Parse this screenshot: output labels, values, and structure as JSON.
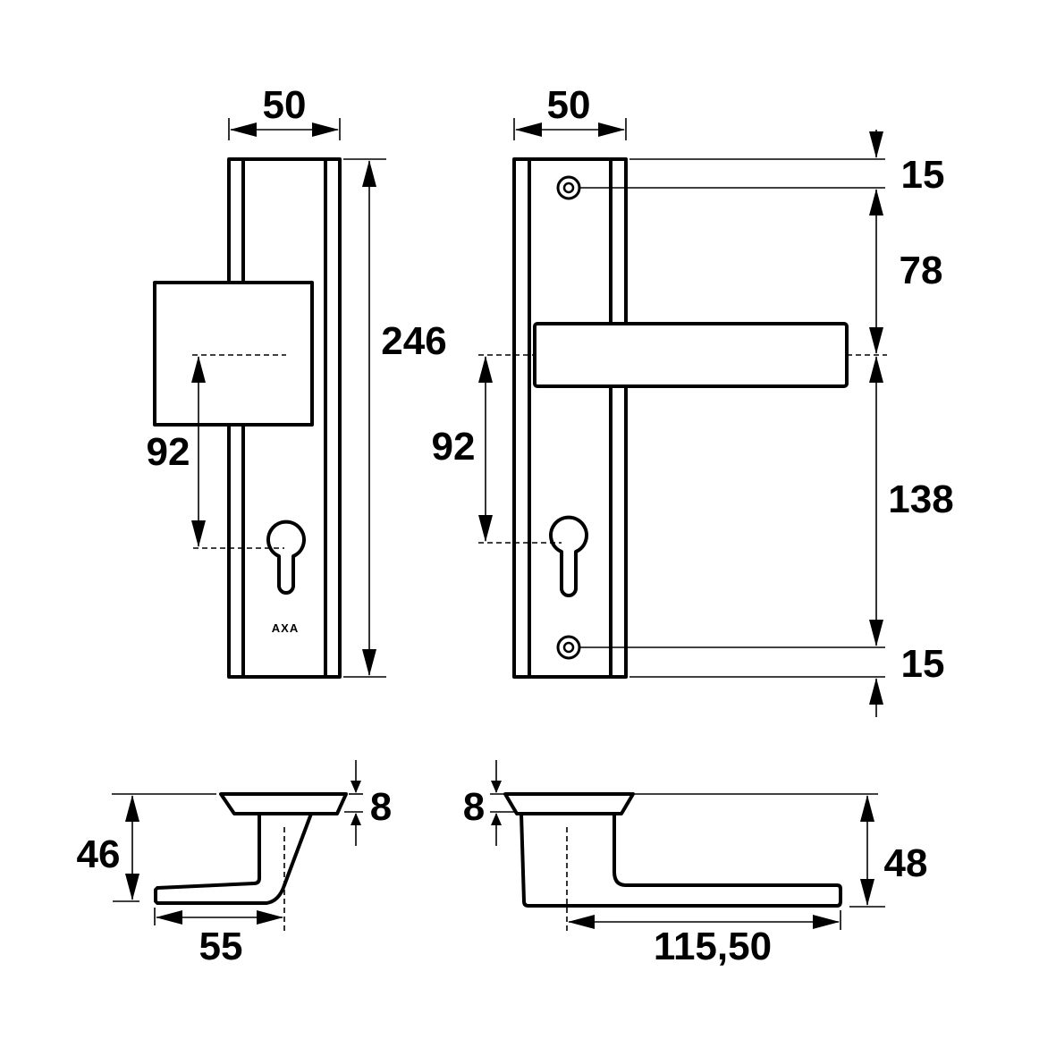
{
  "brand": "AXA",
  "front_view_cylinder": {
    "width": "50",
    "height": "246",
    "center_distance": "92"
  },
  "front_view_handle": {
    "width": "50",
    "top_to_screw": "15",
    "screw_to_handle": "78",
    "handle_to_screw": "138",
    "screw_to_bottom": "15",
    "center_distance": "92"
  },
  "side_view_knob": {
    "rose_height": "8",
    "projection": "46",
    "reach": "55"
  },
  "side_view_handle": {
    "rose_height": "8",
    "projection": "48",
    "reach": "115,50"
  },
  "colors": {
    "line": "#000000",
    "background": "#ffffff"
  }
}
